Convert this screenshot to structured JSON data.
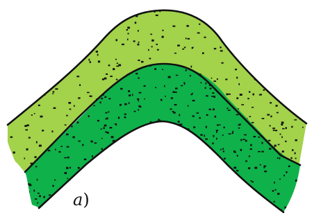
{
  "figure": {
    "panel_label": "a",
    "panel_label_suffix": ")"
  },
  "layers": [
    {
      "name": "upper-layer",
      "fill_color": "#a3d24b",
      "stipple_color": "#111111"
    },
    {
      "name": "lower-layer",
      "fill_color": "#0fb14a",
      "stipple_color": "#111111"
    }
  ],
  "outline_color": "#111111",
  "background_color": "#ffffff"
}
